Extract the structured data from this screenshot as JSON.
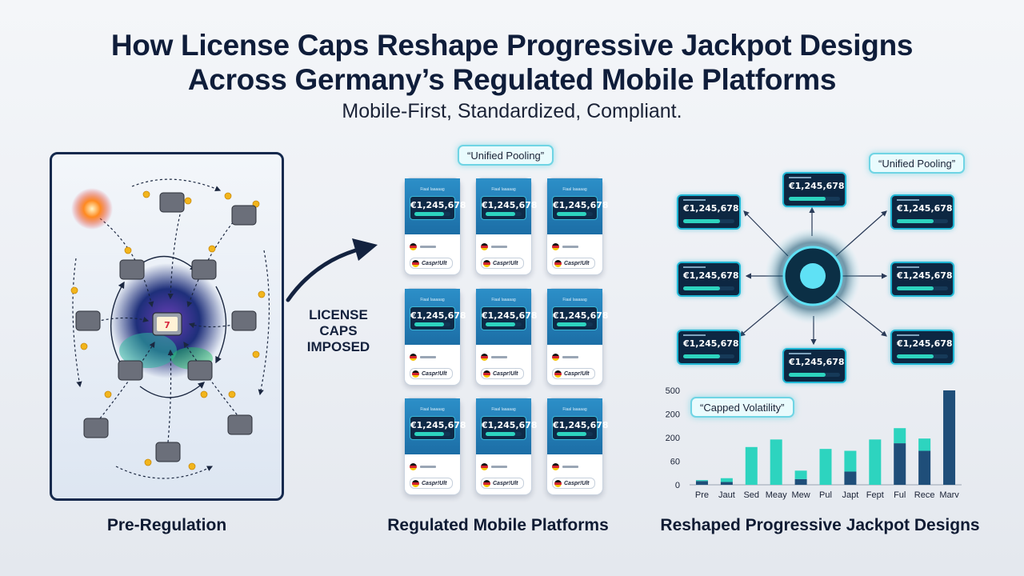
{
  "header": {
    "title_line1": "How License Caps Reshape Progressive Jackpot Designs",
    "title_line2": "Across Germany’s Regulated Mobile Platforms",
    "subtitle": "Mobile-First, Standardized, Compliant."
  },
  "panels": {
    "pre_regulation": {
      "caption": "Pre-Regulation"
    },
    "transition": {
      "line1": "LICENSE",
      "line2": "CAPS",
      "line3": "IMPOSED"
    },
    "mobile_platforms": {
      "caption": "Regulated Mobile Platforms",
      "bubble": "“Unified Pooling”",
      "phone_amount": "€1,245,678",
      "phone_small_text": "Fiaal Iaaaaag",
      "phone_brand": "Caspr!Ult"
    },
    "reshaped": {
      "caption": "Reshaped Progressive Jackpot Designs",
      "bubble": "“Unified Pooling”",
      "card_amount": "€1,245,678"
    }
  },
  "colors": {
    "navy": "#0f1d3a",
    "teal": "#2dd4bf",
    "cyan_glow": "#1fb6d4",
    "phone_blue": "#2c8fc8",
    "bar_dark": "#1f4e79"
  },
  "chart_data": {
    "type": "bar",
    "title": "“Capped Volatility”",
    "categories": [
      "Pre",
      "Jaut",
      "Sed",
      "Meay",
      "Mew",
      "Pul",
      "Japt",
      "Fept",
      "Ful",
      "Rece",
      "Marv"
    ],
    "series": [
      {
        "values": [
          20,
          15,
          0,
          0,
          30,
          0,
          70,
          0,
          220,
          180,
          500
        ]
      },
      {
        "values": [
          5,
          20,
          200,
          240,
          45,
          190,
          110,
          240,
          80,
          65,
          0
        ]
      }
    ],
    "ytick_labels": [
      "0",
      "60",
      "200",
      "200",
      "500"
    ],
    "ylim": [
      0,
      500
    ]
  }
}
